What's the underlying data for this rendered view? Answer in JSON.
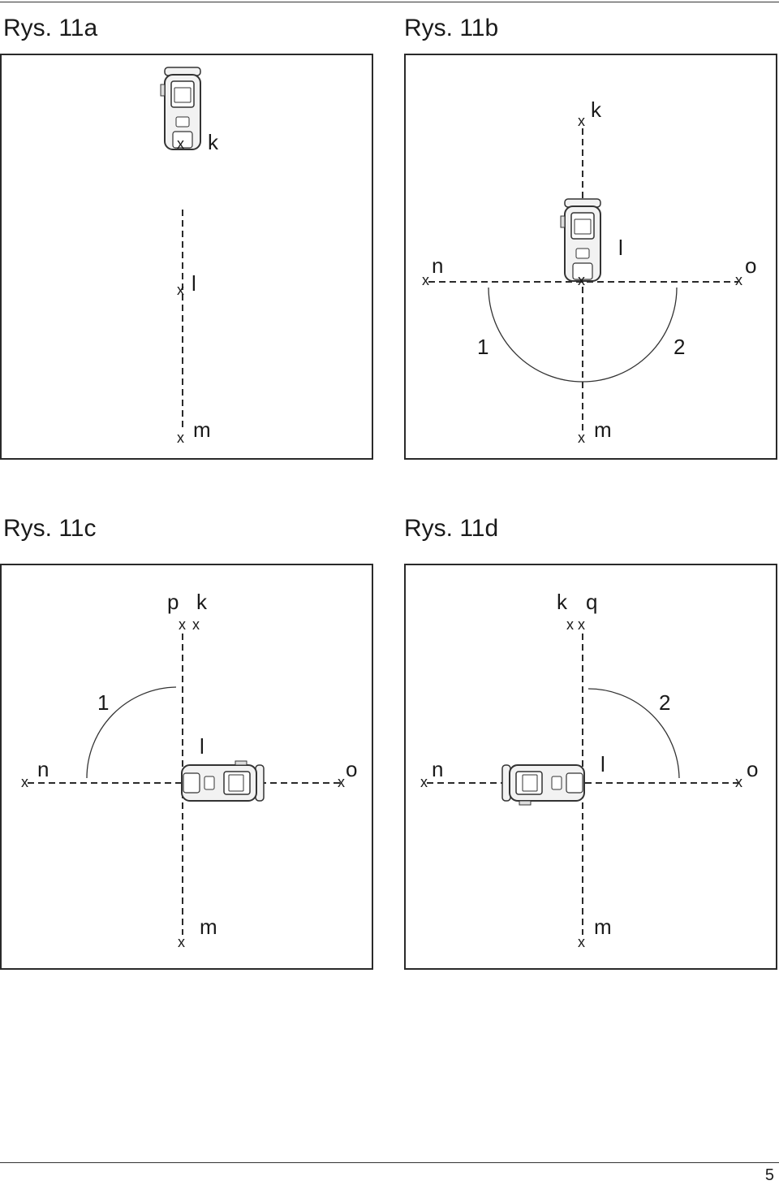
{
  "figures": {
    "a": {
      "title": "Rys. 11a",
      "labels": {
        "k": "k",
        "l": "l",
        "m": "m"
      },
      "marker": "x"
    },
    "b": {
      "title": "Rys. 11b",
      "labels": {
        "k": "k",
        "l": "l",
        "m": "m",
        "n": "n",
        "o": "o",
        "arc_1": "1",
        "arc_2": "2"
      },
      "marker": "x"
    },
    "c": {
      "title": "Rys. 11c",
      "labels": {
        "p": "p",
        "k": "k",
        "l": "l",
        "m": "m",
        "n": "n",
        "o": "o",
        "arc_1": "1"
      },
      "marker": "x"
    },
    "d": {
      "title": "Rys. 11d",
      "labels": {
        "k": "k",
        "q": "q",
        "l": "l",
        "m": "m",
        "n": "n",
        "o": "o",
        "arc_2": "2"
      },
      "marker": "x"
    }
  },
  "page_number": "5",
  "colors": {
    "line": "#2a2a2a",
    "device_body": "#f2f2f2",
    "device_outline": "#333333"
  }
}
